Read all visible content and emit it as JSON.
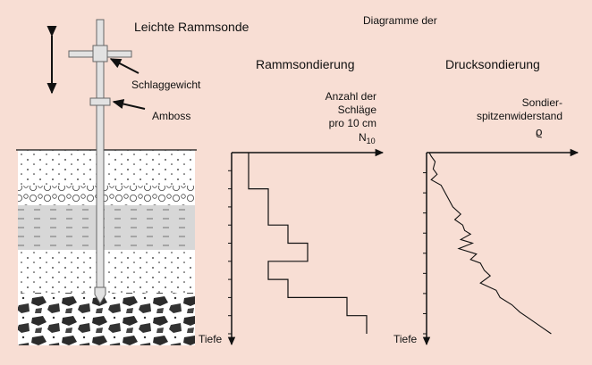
{
  "colors": {
    "background": "#f8ded4",
    "soil_light": "#ffffff",
    "soil_grey": "#d7d7d7",
    "rod": "#e2e2e2",
    "line": "#111111"
  },
  "labels": {
    "title": "Leichte Rammsonde",
    "diagram_header": "Diagramme der",
    "schlaggewicht": "Schlaggewicht",
    "amboss": "Amboss"
  },
  "ramm": {
    "title": "Rammsondierung",
    "axis_label_lines": [
      "Anzahl der",
      "Schläge",
      "pro 10 cm"
    ],
    "symbol": "N",
    "symbol_sub": "10",
    "depth_label": "Tiefe"
  },
  "druck": {
    "title": "Drucksondierung",
    "axis_label_lines": [
      "Sondier-",
      "spitzenwiderstand"
    ],
    "symbol": "ϱ",
    "depth_label": "Tiefe"
  },
  "chart_data": [
    {
      "type": "line",
      "title": "Rammsondierung",
      "xlabel": "Anzahl der Schläge pro 10 cm N10",
      "ylabel": "Tiefe",
      "step_profile": [
        {
          "depth_from": 0,
          "depth_to": 2,
          "N10": 1
        },
        {
          "depth_from": 2,
          "depth_to": 4,
          "N10": 2
        },
        {
          "depth_from": 4,
          "depth_to": 5,
          "N10": 3
        },
        {
          "depth_from": 5,
          "depth_to": 6,
          "N10": 4
        },
        {
          "depth_from": 6,
          "depth_to": 7,
          "N10": 2
        },
        {
          "depth_from": 7,
          "depth_to": 8,
          "N10": 3
        },
        {
          "depth_from": 8,
          "depth_to": 9,
          "N10": 6
        },
        {
          "depth_from": 9,
          "depth_to": 10,
          "N10": 7
        }
      ]
    },
    {
      "type": "line",
      "title": "Drucksondierung",
      "xlabel": "Sondierspitzenwiderstand ϱ",
      "ylabel": "Tiefe",
      "points": [
        [
          0.0,
          0.0
        ],
        [
          0.1,
          0.2
        ],
        [
          0.3,
          0.5
        ],
        [
          0.2,
          0.9
        ],
        [
          0.4,
          1.2
        ],
        [
          0.1,
          1.5
        ],
        [
          0.6,
          1.8
        ],
        [
          0.8,
          2.2
        ],
        [
          1.0,
          2.6
        ],
        [
          1.2,
          3.0
        ],
        [
          1.6,
          3.4
        ],
        [
          1.3,
          3.7
        ],
        [
          1.7,
          4.0
        ],
        [
          1.8,
          4.3
        ],
        [
          2.1,
          4.5
        ],
        [
          1.6,
          4.8
        ],
        [
          2.2,
          5.0
        ],
        [
          1.5,
          5.3
        ],
        [
          2.4,
          5.6
        ],
        [
          2.1,
          5.9
        ],
        [
          2.6,
          6.1
        ],
        [
          2.8,
          6.5
        ],
        [
          3.1,
          6.8
        ],
        [
          2.6,
          7.2
        ],
        [
          3.4,
          7.6
        ],
        [
          3.6,
          8.0
        ],
        [
          4.2,
          8.4
        ],
        [
          4.6,
          8.8
        ],
        [
          5.0,
          9.1
        ],
        [
          5.4,
          9.4
        ],
        [
          5.8,
          9.7
        ],
        [
          6.2,
          10.0
        ]
      ]
    }
  ]
}
